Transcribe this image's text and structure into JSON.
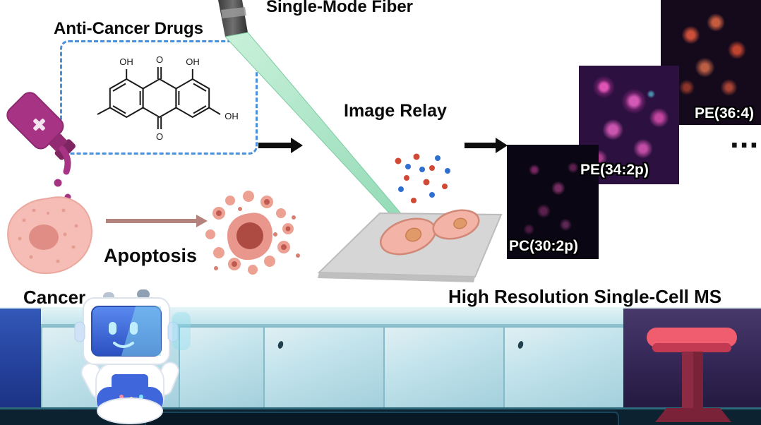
{
  "figure": {
    "single_mode_fiber": "Single-Mode Fiber",
    "anti_cancer_drugs": "Anti-Cancer Drugs",
    "image_relay": "Image Relay",
    "apoptosis": "Apoptosis",
    "cancer_label": "Cancer",
    "high_resolution_ms": "High Resolution Single-Cell MS",
    "ellipsis": "..."
  },
  "molecule": {
    "oh_top_left": "OH",
    "o_top": "O",
    "oh_top_right": "OH",
    "oh_right": "OH",
    "o_bottom": "O"
  },
  "ms_panels": [
    {
      "label": "PC(30:2p)"
    },
    {
      "label": "PE(34:2p)"
    },
    {
      "label": "PE(36:4)"
    }
  ],
  "colors": {
    "cone_green": "#a9e7c6",
    "dashed_box_blue": "#4a8fd9",
    "bottle_magenta": "#a63384",
    "cell_pink": "#f5bdb5",
    "apoptosis_arrow": "#b5837e",
    "panel_front_bg": "#0b0614",
    "panel_mid_bg": "#2c1040",
    "panel_back_bg": "#150a1c",
    "lab_teal": "#bfe2ea",
    "left_cabinet_blue": "#2b4aa0",
    "right_backdrop_purple": "#322453",
    "stool_red": "#ef5d6f",
    "counter_dark": "#0d2230",
    "robot_blue": "#3f66da"
  }
}
